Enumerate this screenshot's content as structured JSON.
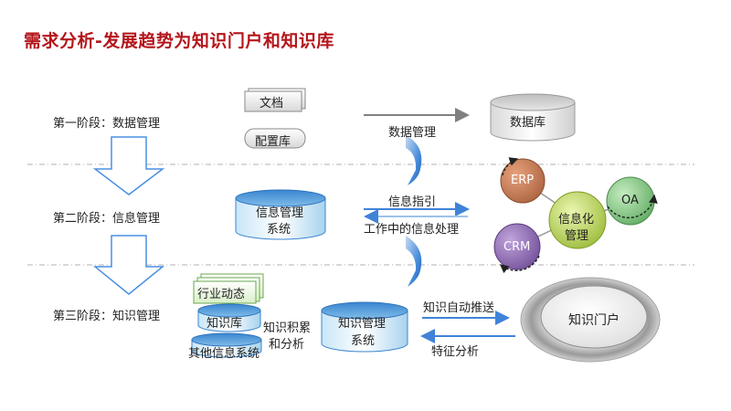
{
  "title": "需求分析-发展趋势为知识门户和知识库",
  "stages": {
    "stage1": "第一阶段：数据管理",
    "stage2": "第二阶段：信息管理",
    "stage3": "第三阶段：知识管理"
  },
  "stage1": {
    "docs": "文档",
    "config": "配置库",
    "arrow_label": "数据管理",
    "database": "数据库"
  },
  "stage2": {
    "info_system_line1": "信息管理",
    "info_system_line2": "系统",
    "info_guide": "信息指引",
    "work_processing": "工作中的信息处理",
    "erp": "ERP",
    "crm": "CRM",
    "oa": "OA",
    "informatization_line1": "信息化",
    "informatization_line2": "管理"
  },
  "stage3": {
    "industry_news": "行业动态",
    "knowledge_base": "知识库",
    "other_systems": "其他信息系统",
    "accumulate_line1": "知识积累",
    "accumulate_line2": "和分析",
    "km_system_line1": "知识管理",
    "km_system_line2": "系统",
    "auto_push": "知识自动推送",
    "feature_analysis": "特征分析",
    "portal": "知识门户"
  },
  "colors": {
    "title": "#b4151b",
    "blue_arrow": "#3f83d8",
    "erp_fill": "#c47b52",
    "crm_fill": "#8c68b2",
    "oa_fill": "#7cbf7d",
    "hub_fill": "#b8d246"
  }
}
